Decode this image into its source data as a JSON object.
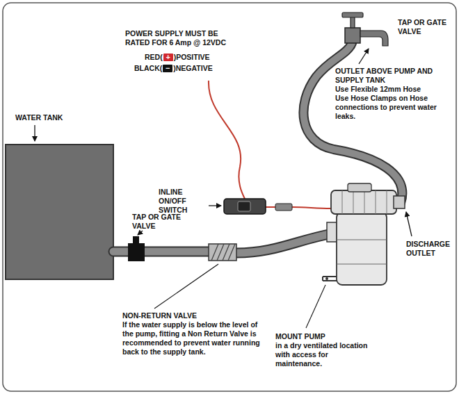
{
  "diagram": {
    "labels": [
      "POWER SUPPLY MUST BE RATED FOR 6 Amp @ 12VDC",
      "RED(",
      "+",
      ")POSITIVE",
      "BLACK(",
      "−",
      ")NEGATIVE",
      "TAP OR GATE VALVE",
      "OUTLET ABOVE PUMP AND SUPPLY TANK",
      "Use Flexible 12mm Hose",
      "Use Hose Clamps on Hose connections to prevent water leaks.",
      "WATER TANK",
      "INLINE ON/OFF SWITCH",
      "TAP OR GATE VALVE",
      "NON-RETURN VALVE",
      "If the water supply is below the level of the pump, fitting a Non Return Valve is recommended to prevent water running back to the supply tank.",
      "DISCHARGE OUTLET",
      "MOUNT PUMP",
      "in a dry ventilated location with access for maintenance."
    ]
  }
}
